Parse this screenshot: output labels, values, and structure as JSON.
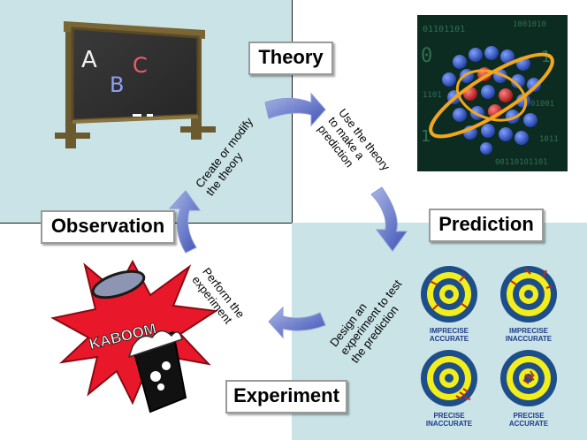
{
  "stages": {
    "theory": "Theory",
    "prediction": "Prediction",
    "experiment": "Experiment",
    "observation": "Observation"
  },
  "transitions": {
    "theory_to_prediction": [
      "Use the theory",
      "to make a",
      "prediction"
    ],
    "prediction_to_experiment": [
      "Design an",
      "experiment to test",
      "the prediction"
    ],
    "experiment_to_observation": [
      "Perform the",
      "experiment"
    ],
    "observation_to_theory": [
      "Create or modify",
      "the theory"
    ]
  },
  "chalkboard_letters": [
    "A",
    "B",
    "C"
  ],
  "explosion_text": "KABOOM",
  "targets": [
    {
      "line1": "IMPRECISE",
      "line2": "ACCURATE"
    },
    {
      "line1": "IMPRECISE",
      "line2": "INACCURATE"
    },
    {
      "line1": "PRECISE",
      "line2": "INACCURATE"
    },
    {
      "line1": "PRECISE",
      "line2": "ACCURATE"
    }
  ],
  "colors": {
    "quadrant_bg": "#c9e3e6",
    "arrow": "#5b6fc2",
    "target_blue": "#1d4e8a",
    "target_yellow": "#f2ee1c"
  }
}
